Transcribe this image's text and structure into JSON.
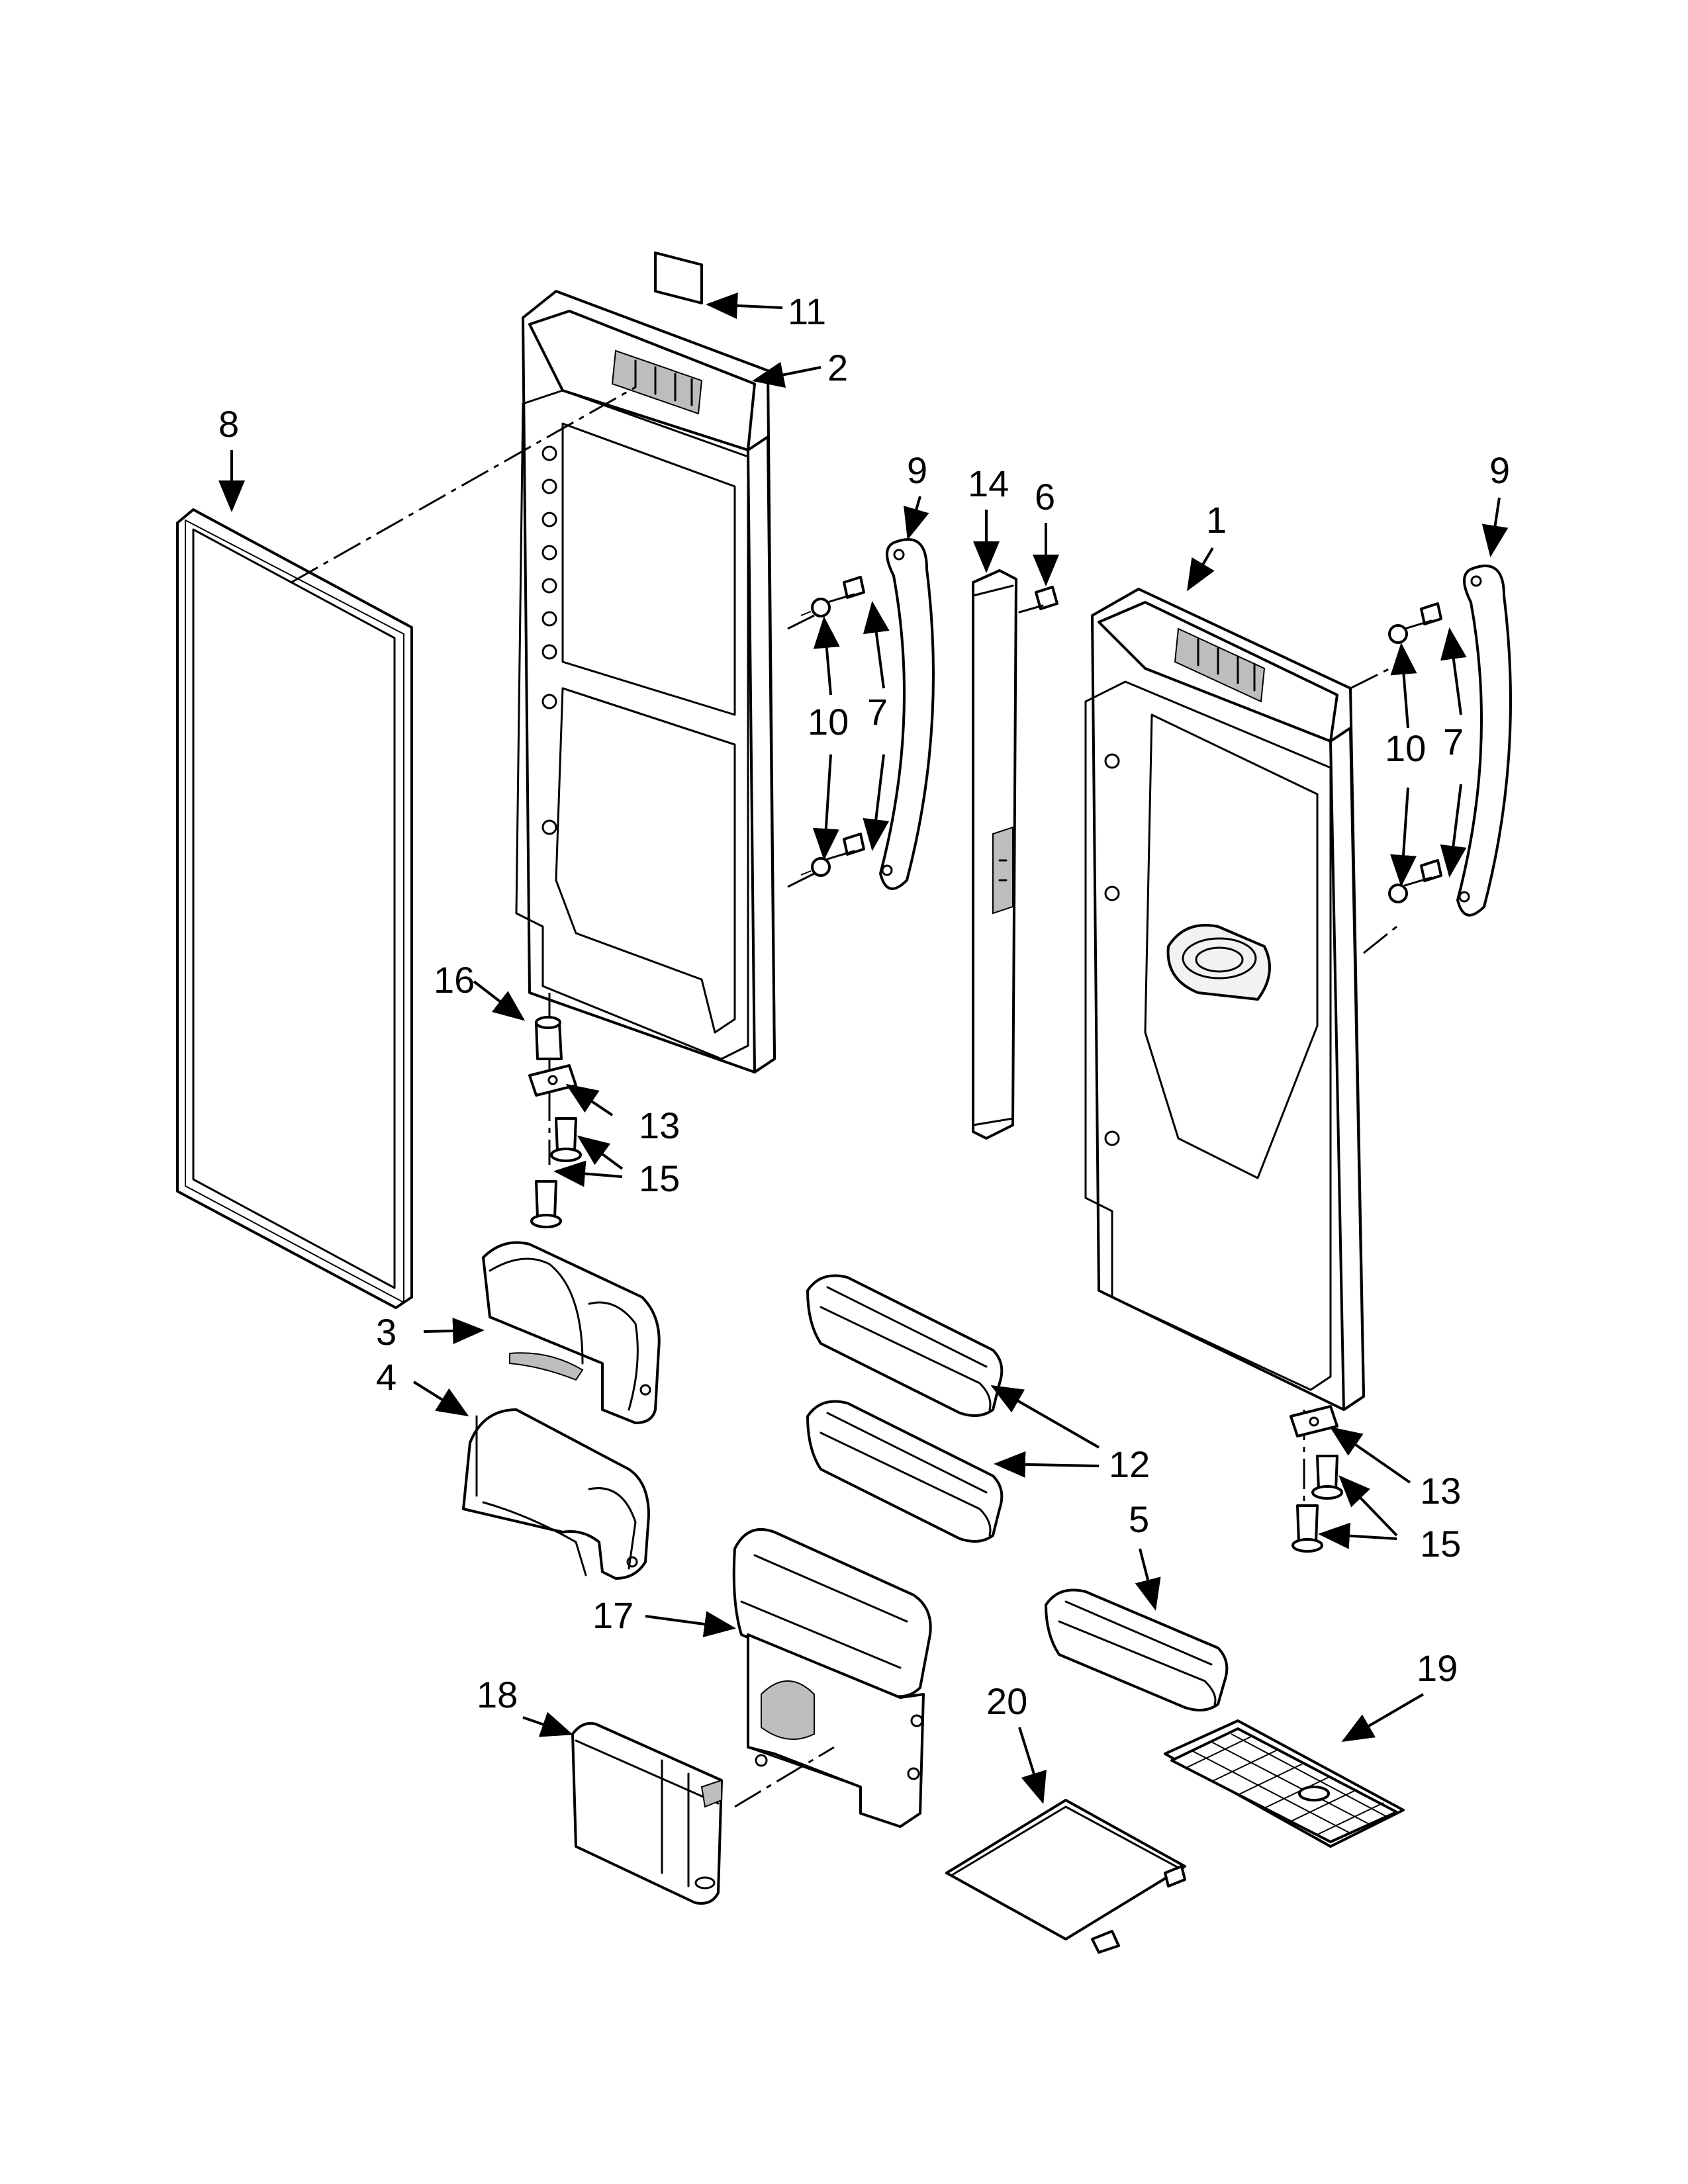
{
  "callouts": {
    "c1": "1",
    "c2": "2",
    "c3": "3",
    "c4": "4",
    "c5": "5",
    "c6": "6",
    "c7a": "7",
    "c7b": "7",
    "c8": "8",
    "c9a": "9",
    "c9b": "9",
    "c10a": "10",
    "c10b": "10",
    "c11": "11",
    "c12": "12",
    "c13a": "13",
    "c13b": "13",
    "c14": "14",
    "c15a": "15",
    "c15b": "15",
    "c16": "16",
    "c17": "17",
    "c18": "18",
    "c19": "19",
    "c20": "20"
  },
  "colors": {
    "line": "#000000",
    "background": "#ffffff",
    "shade": "#bdbdbd"
  }
}
